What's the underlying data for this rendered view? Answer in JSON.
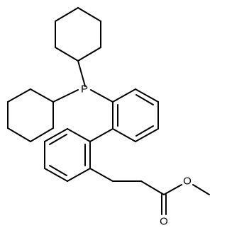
{
  "molecule": {
    "atom_labels": {
      "phosphorus": "P",
      "carbonyl_oxygen": "O",
      "ester_oxygen": "O"
    }
  },
  "colors": {
    "bond": "#000000",
    "background": "#ffffff"
  }
}
